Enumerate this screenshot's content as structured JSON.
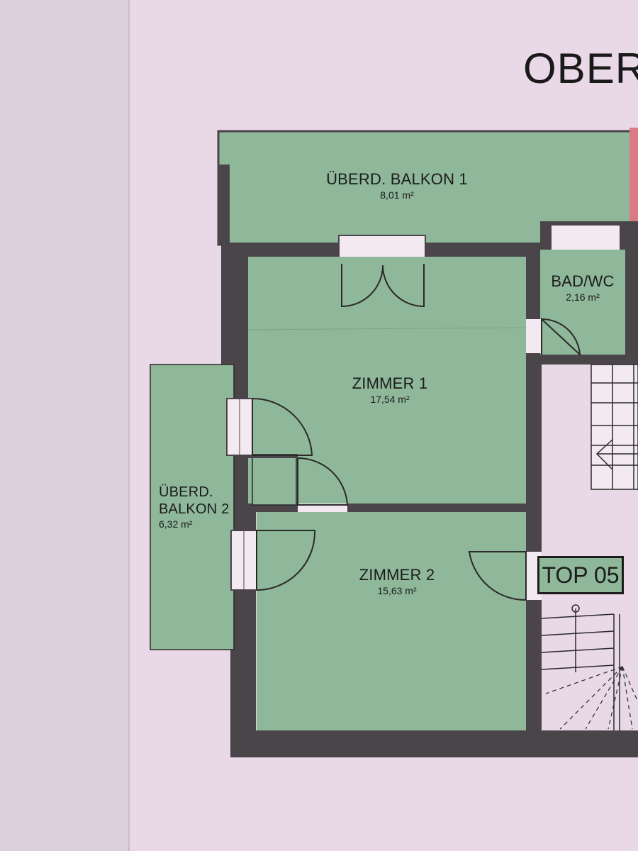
{
  "page": {
    "title": "OBER"
  },
  "rooms": {
    "balkon1": {
      "name": "ÜBERD. BALKON 1",
      "area": "8,01 m²"
    },
    "bad": {
      "name": "BAD/WC",
      "area": "2,16 m²"
    },
    "zimmer1": {
      "name": "ZIMMER 1",
      "area": "17,54 m²"
    },
    "zimmer2": {
      "name": "ZIMMER 2",
      "area": "15,63 m²"
    },
    "balkon2": {
      "name_line1": "ÜBERD.",
      "name_line2": "BALKON 2",
      "area": "6,32 m²"
    }
  },
  "unit": {
    "label": "TOP 05"
  },
  "colors": {
    "paper": "#e9d8e6",
    "room_fill": "#8fb79a",
    "wall": "#4a4548",
    "line": "#2a2a2a",
    "accent_red": "#d97a85"
  }
}
